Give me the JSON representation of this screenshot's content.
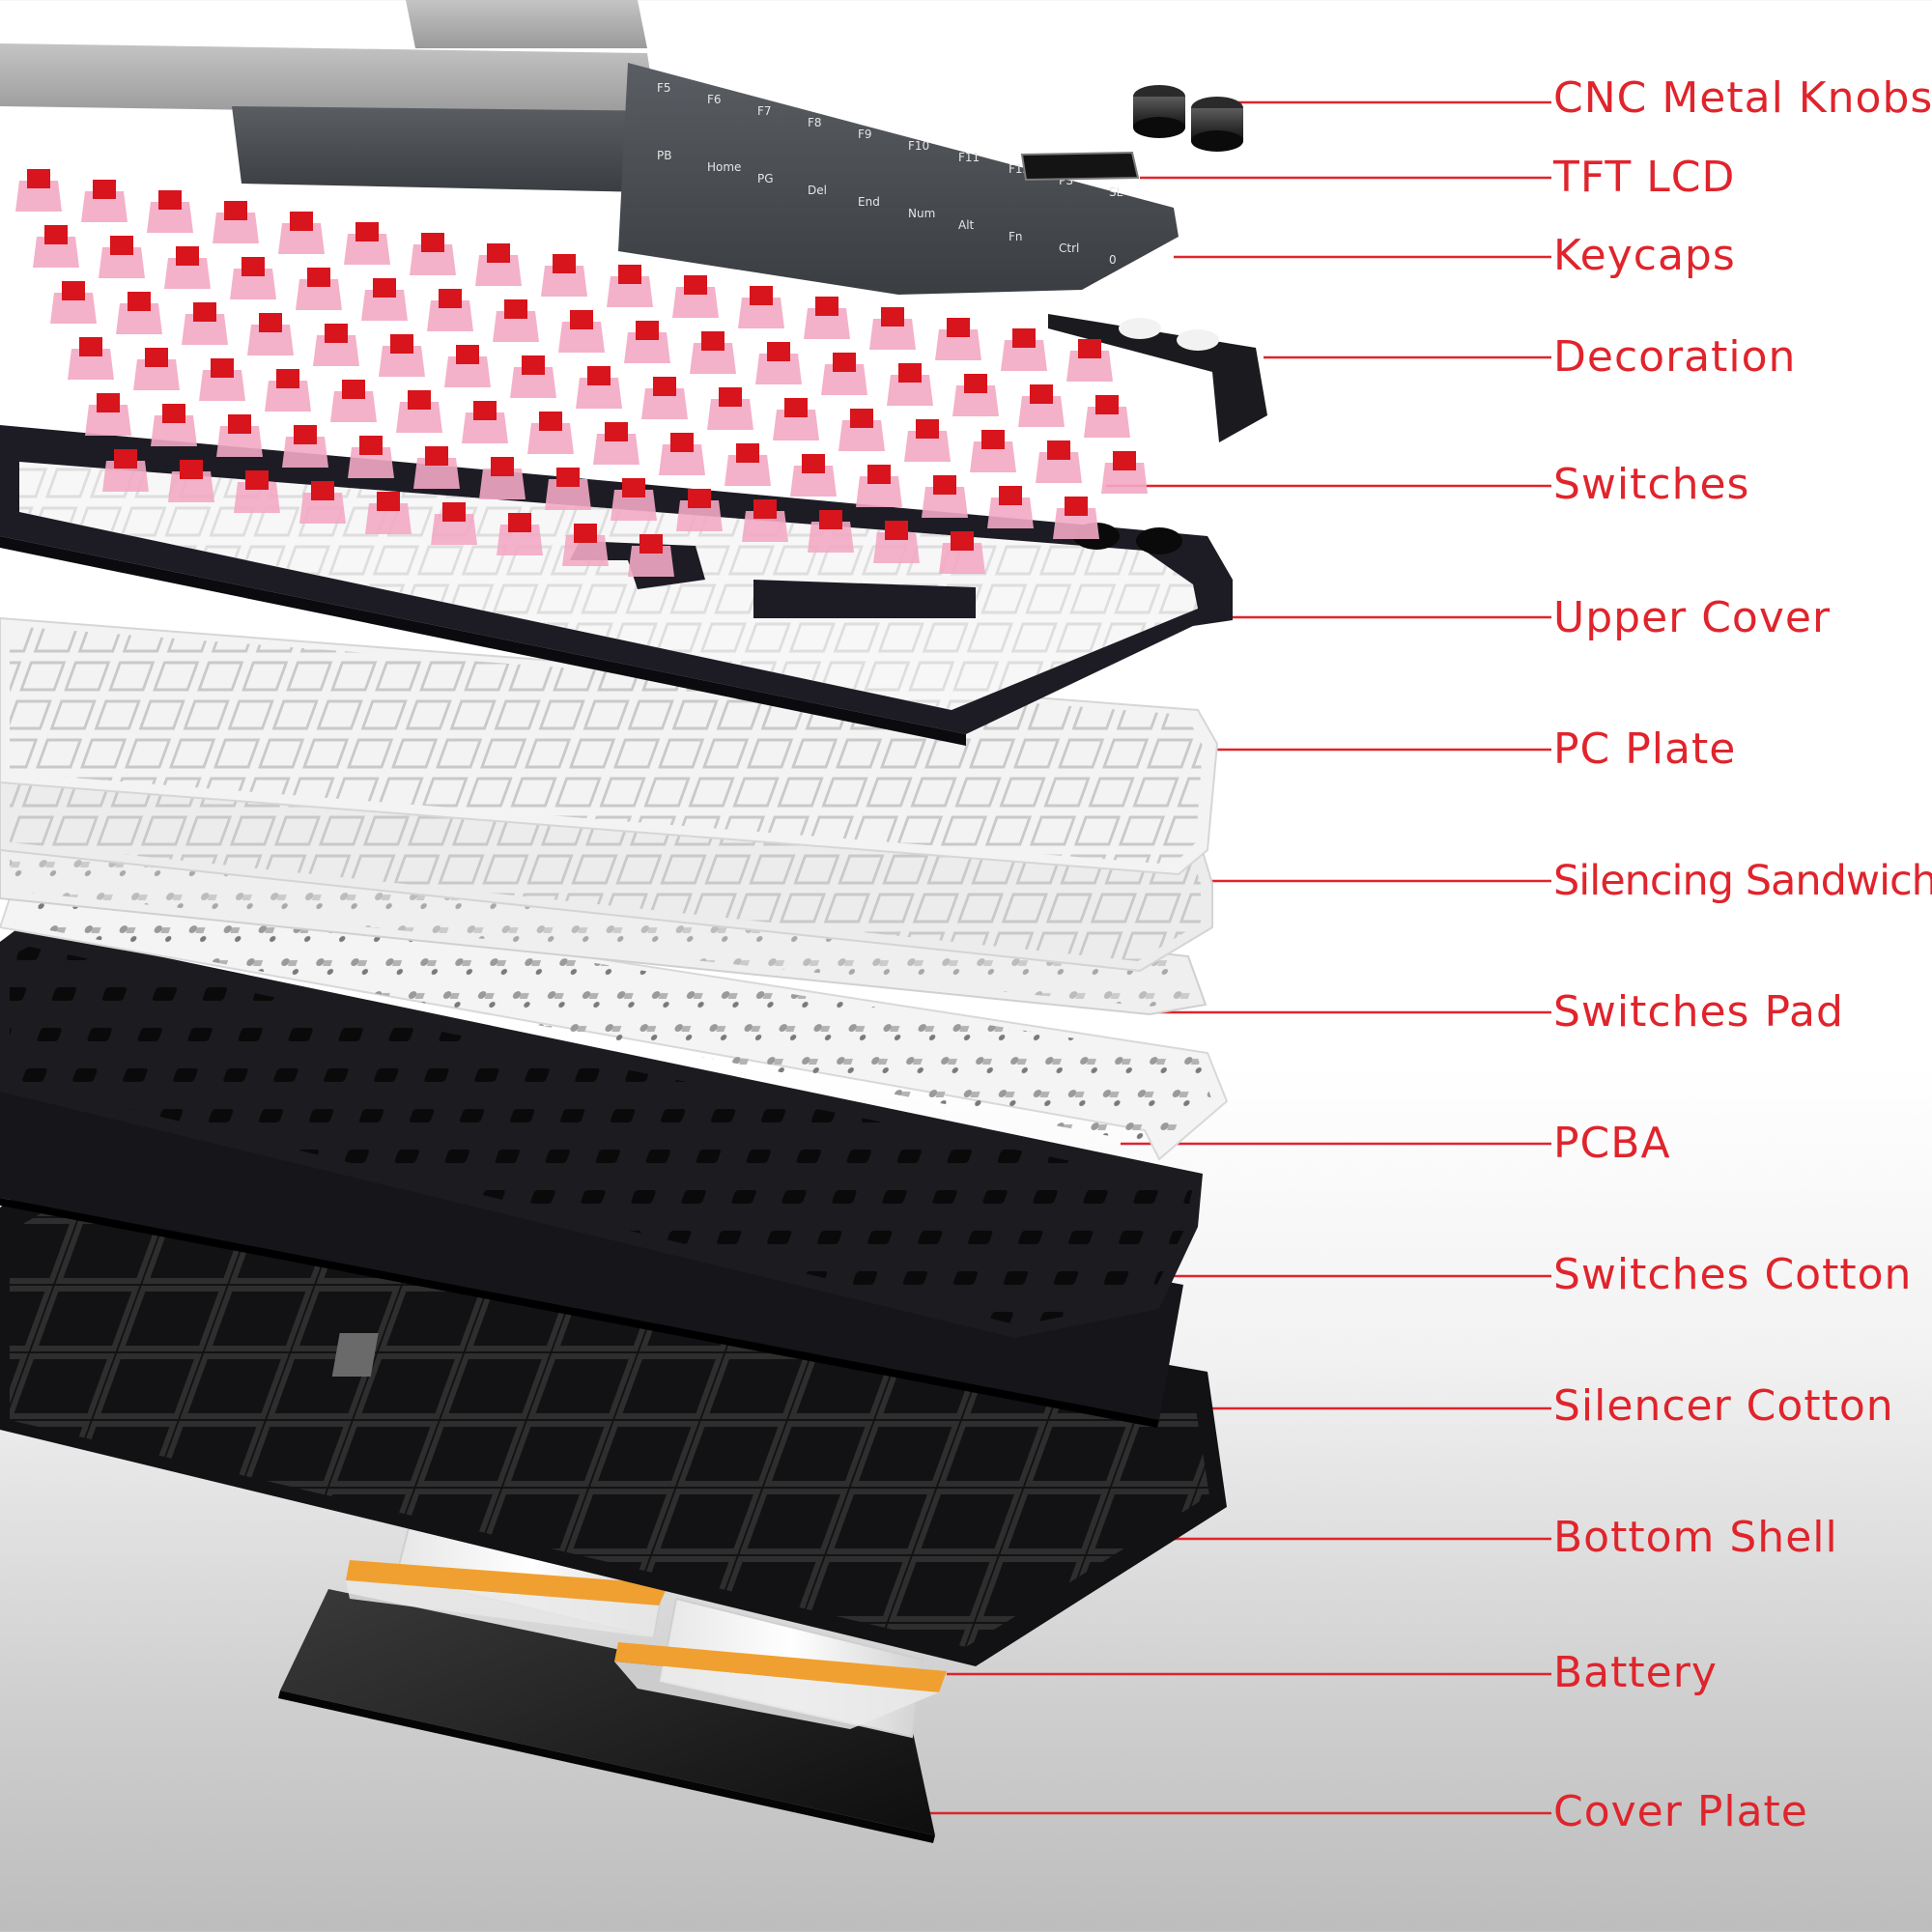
{
  "diagram": {
    "labels": [
      "CNC Metal Knobs",
      "TFT LCD",
      "Keycaps",
      "Decoration",
      "Switches",
      "Upper Cover",
      "PC Plate",
      "Silencing Sandwich",
      "Switches Pad",
      "PCBA",
      "Switches Cotton",
      "Silencer Cotton",
      "Bottom Shell",
      "Battery",
      "Cover Plate"
    ],
    "keycap_legends": [
      "F5",
      "F6",
      "F7",
      "F8",
      "F9",
      "F10",
      "F11",
      "F12",
      "PS",
      "SL",
      "PB",
      "Home",
      "PG",
      "Del",
      "End",
      "Num",
      "Alt",
      "Fn",
      "Ctrl",
      "0"
    ],
    "colors": {
      "leader_line": "#e0242c",
      "label_text": "#e0242c",
      "switch_stem": "#d8141c",
      "switch_housing": "#f3a9c4",
      "plate_dark": "#1a1a1f",
      "keycap_light": "#a8a8a8",
      "keycap_dark": "#4a4d52",
      "battery_band": "#f0a030"
    }
  }
}
